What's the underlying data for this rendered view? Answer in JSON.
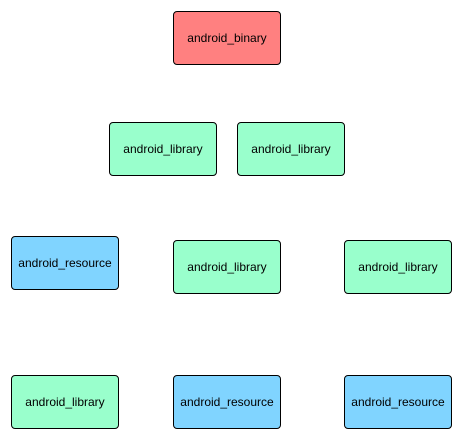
{
  "diagram": {
    "colors": {
      "binary": "#ff8080",
      "library": "#99ffcc",
      "resource": "#80d4ff",
      "border": "#000000"
    },
    "nodes": [
      {
        "label": "android_binary",
        "kind": "binary"
      },
      {
        "label": "android_library",
        "kind": "library"
      },
      {
        "label": "android_library",
        "kind": "library"
      },
      {
        "label": "android_resource",
        "kind": "resource"
      },
      {
        "label": "android_library",
        "kind": "library"
      },
      {
        "label": "android_library",
        "kind": "library"
      },
      {
        "label": "android_library",
        "kind": "library"
      },
      {
        "label": "android_resource",
        "kind": "resource"
      },
      {
        "label": "android_resource",
        "kind": "resource"
      }
    ]
  }
}
